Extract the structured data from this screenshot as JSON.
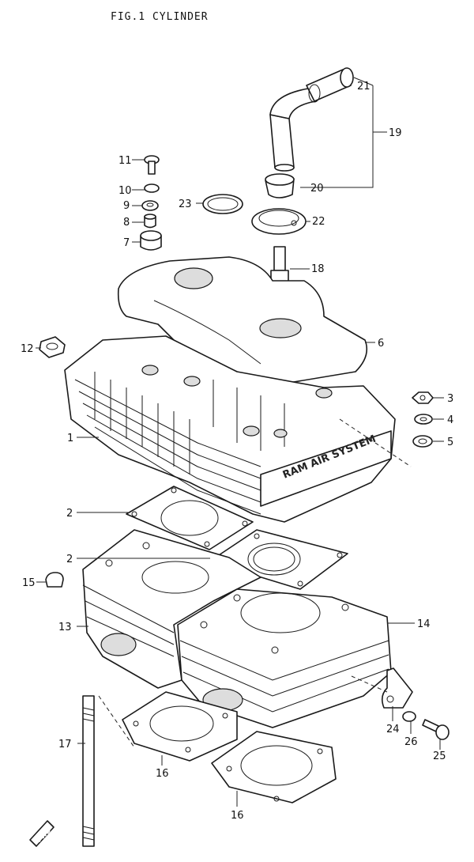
{
  "title": "FIG.1   CYLINDER",
  "embossed_text": "RAM AIR SYSTEM",
  "fwd_label": "FWD",
  "callouts": [
    {
      "id": "c1",
      "label": "1"
    },
    {
      "id": "c2a",
      "label": "2"
    },
    {
      "id": "c2b",
      "label": "2"
    },
    {
      "id": "c3",
      "label": "3"
    },
    {
      "id": "c4",
      "label": "4"
    },
    {
      "id": "c5",
      "label": "5"
    },
    {
      "id": "c6",
      "label": "6"
    },
    {
      "id": "c7",
      "label": "7"
    },
    {
      "id": "c8",
      "label": "8"
    },
    {
      "id": "c9",
      "label": "9"
    },
    {
      "id": "c10",
      "label": "10"
    },
    {
      "id": "c11",
      "label": "11"
    },
    {
      "id": "c12",
      "label": "12"
    },
    {
      "id": "c13",
      "label": "13"
    },
    {
      "id": "c14",
      "label": "14"
    },
    {
      "id": "c15",
      "label": "15"
    },
    {
      "id": "c16a",
      "label": "16"
    },
    {
      "id": "c16b",
      "label": "16"
    },
    {
      "id": "c17",
      "label": "17"
    },
    {
      "id": "c18",
      "label": "18"
    },
    {
      "id": "c19",
      "label": "19"
    },
    {
      "id": "c20",
      "label": "20"
    },
    {
      "id": "c21",
      "label": "21"
    },
    {
      "id": "c22",
      "label": "22"
    },
    {
      "id": "c23",
      "label": "23"
    },
    {
      "id": "c24",
      "label": "24"
    },
    {
      "id": "c25",
      "label": "25"
    },
    {
      "id": "c26",
      "label": "26"
    }
  ]
}
